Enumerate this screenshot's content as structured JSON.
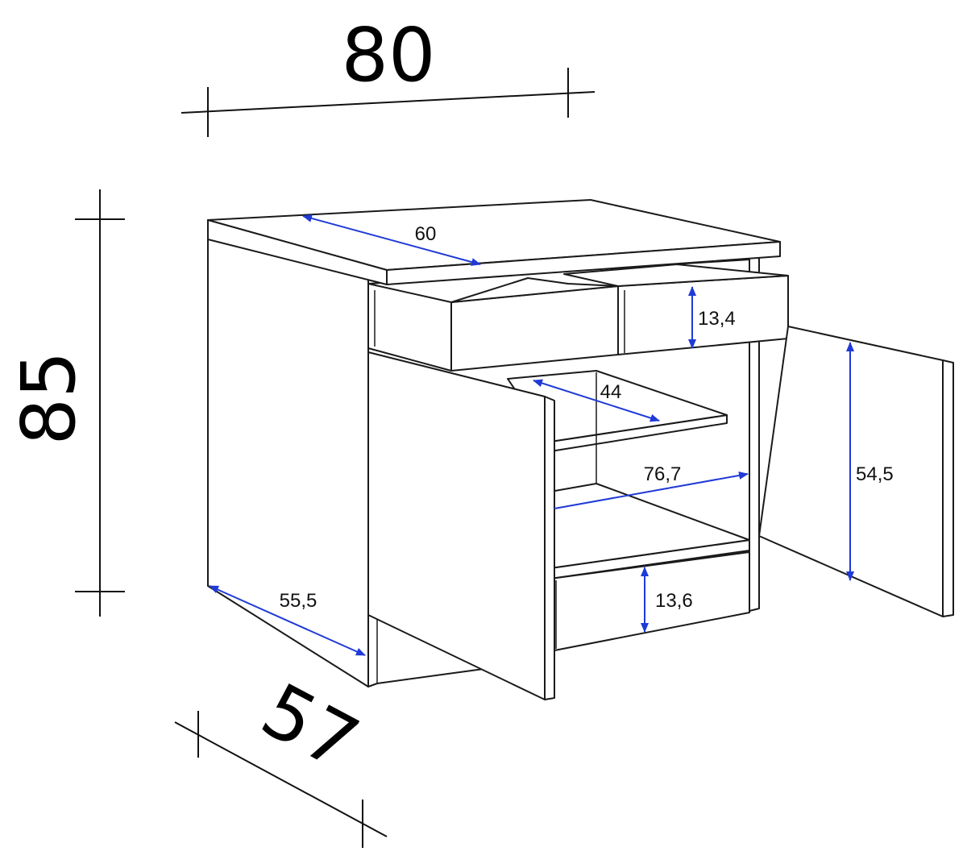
{
  "overall": {
    "width": "80",
    "height": "85",
    "depth": "57"
  },
  "inner": {
    "top_depth": "60",
    "drawer_height": "13,4",
    "shelf_depth": "44",
    "inner_width": "76,7",
    "door_height": "54,5",
    "side_depth": "55,5",
    "bottom_drawer_height": "13,6"
  },
  "colors": {
    "inner_arrow": "#1f3ad6",
    "outline": "#1a1a1a"
  }
}
